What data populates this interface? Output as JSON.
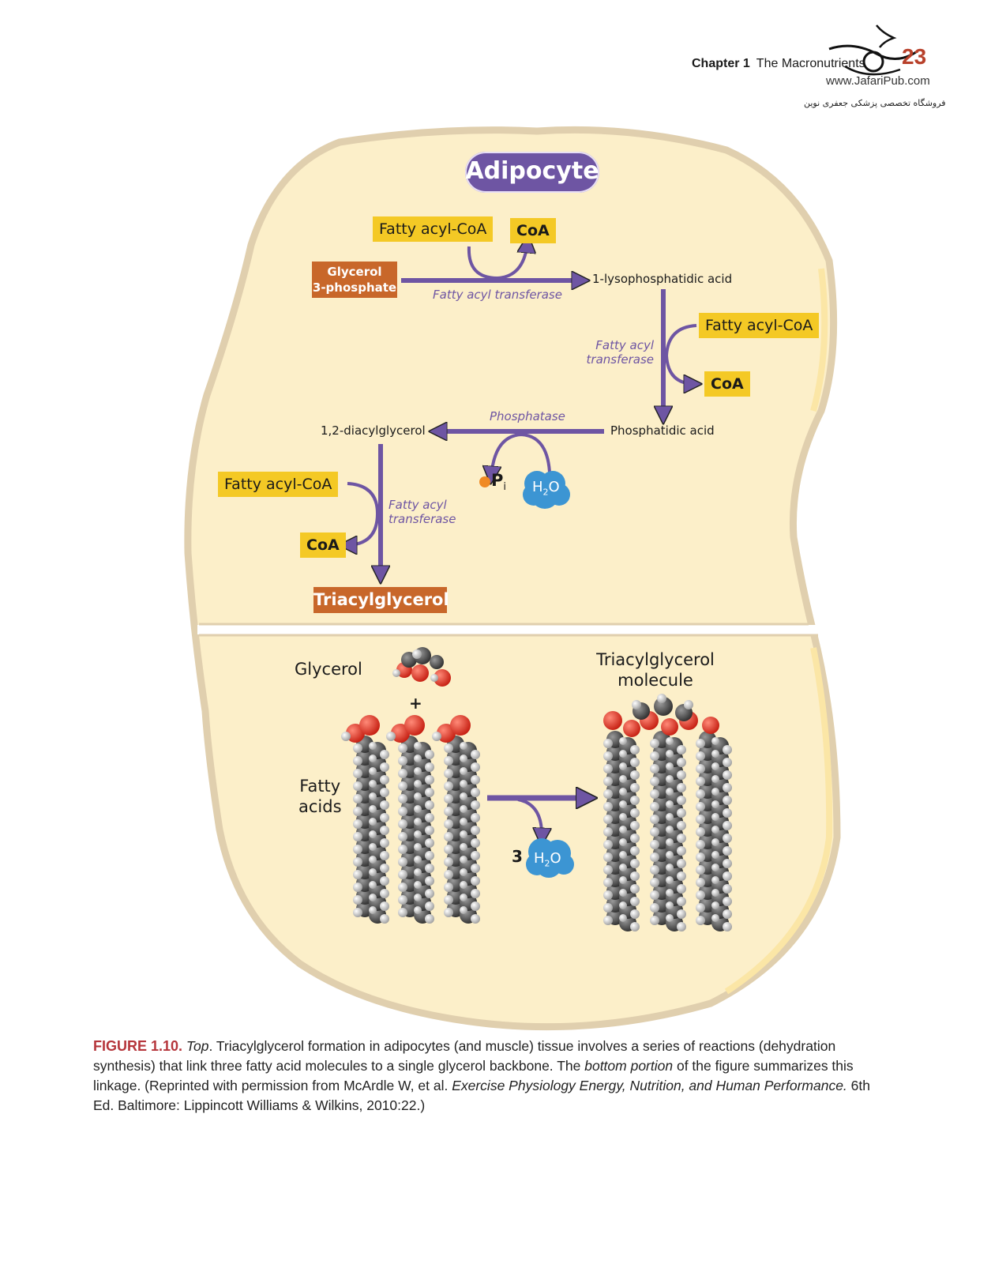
{
  "header": {
    "chapter": "Chapter 1",
    "title": "The Macronutrients",
    "page_number": "23",
    "watermark_url": "www.JafariPub.com",
    "watermark_text": "فروشگاه تخصصی پزشکی جعفری نوین"
  },
  "figure": {
    "cell_title": "Adipocyte",
    "pathway": {
      "start": "Glycerol 3-phosphate",
      "start_line1": "Glycerol",
      "start_line2": "3-phosphate",
      "step1": {
        "donor": "Fatty acyl-CoA",
        "released": "CoA",
        "enzyme": "Fatty acyl transferase",
        "product": "1-lysophosphatidic acid"
      },
      "step2": {
        "donor": "Fatty acyl-CoA",
        "released": "CoA",
        "enzyme_line1": "Fatty acyl",
        "enzyme_line2": "transferase",
        "product": "Phosphatidic acid"
      },
      "step3": {
        "enzyme": "Phosphatase",
        "released": "P",
        "released_sub": "i",
        "water": "H",
        "water_sub": "2",
        "water_tail": "O",
        "product": "1,2-diacylglycerol"
      },
      "step4": {
        "donor": "Fatty acyl-CoA",
        "released": "CoA",
        "enzyme_line1": "Fatty acyl",
        "enzyme_line2": "transferase",
        "product": "Triacylglycerol"
      }
    },
    "bottom": {
      "glycerol_label": "Glycerol",
      "plus": "+",
      "fatty_acids_line1": "Fatty",
      "fatty_acids_line2": "acids",
      "water_count": "3",
      "water": "H",
      "water_sub": "2",
      "water_tail": "O",
      "product_line1": "Triacylglycerol",
      "product_line2": "molecule"
    },
    "colors": {
      "cell_fill": "#fcefc9",
      "cell_border": "#e0cfae",
      "arrow": "#6e55a3",
      "yellow_box": "#f4c925",
      "orange_box": "#c8672a",
      "water": "#3c95d3",
      "phosphate_dot": "#f08a24",
      "oxygen": "#e0321f",
      "carbon": "#4a4a4a",
      "hydrogen": "#e8e8e8"
    }
  },
  "caption": {
    "figure_label": "FIGURE 1.10.",
    "top_label": "Top",
    "text1": ". Triacylglycerol formation in adipocytes (and muscle) tissue involves a series of reactions (dehydration synthesis) that link three fatty acid molecules to a single glycerol backbone. The ",
    "bottom_label": "bottom portion",
    "text2": " of the figure summarizes this linkage. (Reprinted with permission from McArdle W, et al. ",
    "book_title": "Exercise Physiology Energy, Nutrition, and Human Performance.",
    "text3": " 6th Ed. Baltimore: Lippincott Williams & Wilkins, 2010:22.)"
  }
}
